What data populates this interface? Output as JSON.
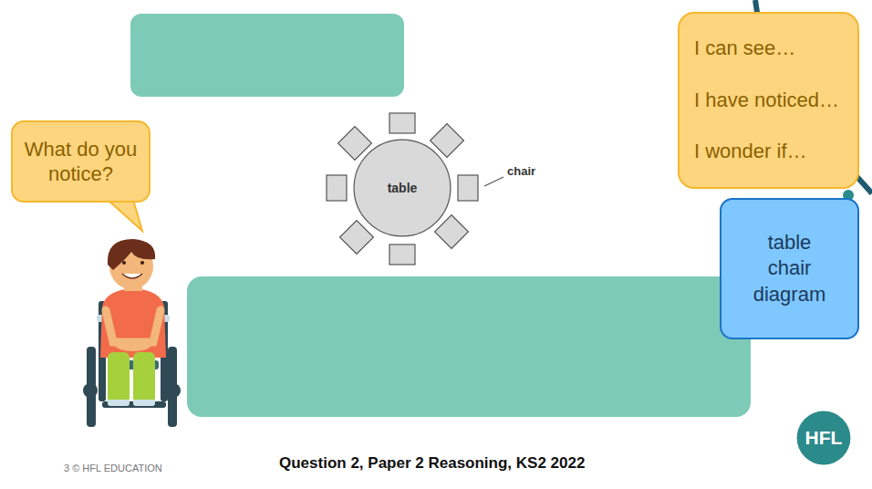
{
  "diagram": {
    "caption": "Question 2, Paper 2 Reasoning, KS2 2022",
    "nodes": [
      {
        "text": [
          "I can see…",
          "I have noticed…",
          "I wonder if…"
        ]
      },
      {
        "text": [
          "What do you notice?"
        ]
      },
      {
        "text": [
          "table"
        ]
      },
      {
        "text": [
          "table chair diagram"
        ]
      },
      {
        "text": [
          "HFL"
        ]
      }
    ],
    "labels": [
      "chair",
      "3 © HFL EDUCATION"
    ]
  }
}
